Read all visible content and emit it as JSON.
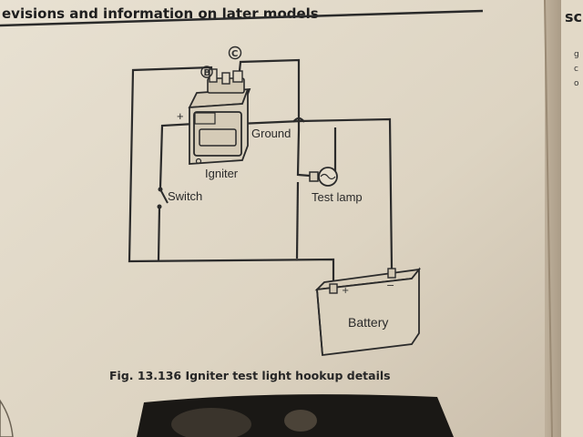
{
  "header": {
    "text": "evisions and information on later models"
  },
  "side_page": {
    "text": "sc",
    "margin_chars": [
      "g",
      "c",
      "o"
    ]
  },
  "diagram": {
    "terminal_b": "B",
    "terminal_c": "C",
    "plus_mark": "+",
    "igniter_label": "Igniter",
    "ground_label": "Ground",
    "switch_label": "Switch",
    "test_lamp_label": "Test lamp",
    "battery_label": "Battery",
    "battery_plus": "+",
    "battery_minus": "−"
  },
  "caption": {
    "text": "Fig. 13.136  Igniter test light hookup details"
  },
  "colors": {
    "paper": "#e4dccb",
    "page_bg": "#cfc4b3",
    "ink": "#2b2b2b",
    "photo": "#1a1815"
  }
}
